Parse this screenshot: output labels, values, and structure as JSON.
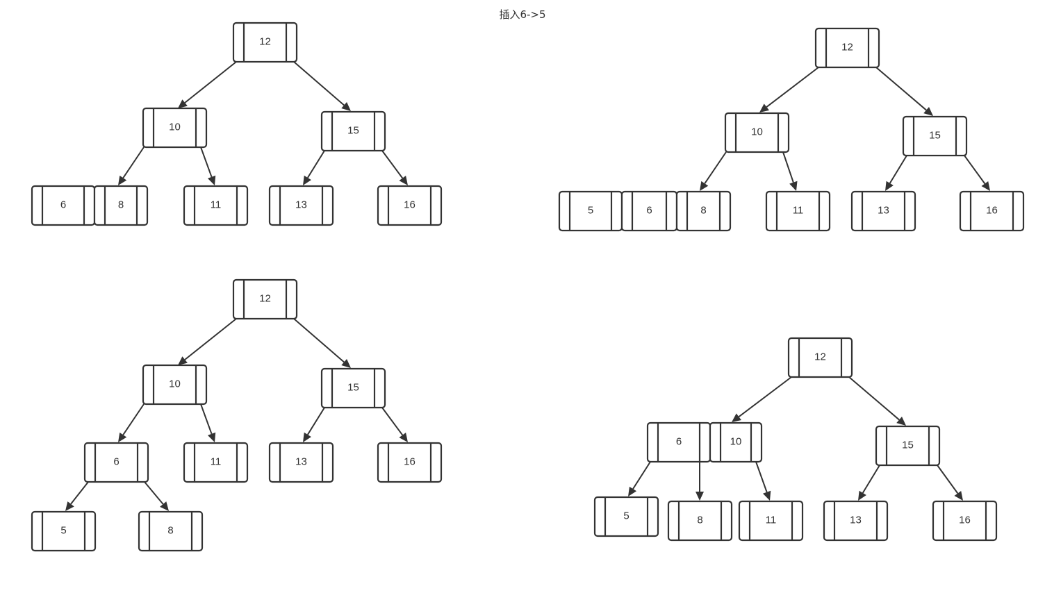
{
  "title": "插入6->5",
  "diagrams": [
    {
      "id": "tree-a",
      "nodes": [
        {
          "id": "a12",
          "keys": [
            "12"
          ]
        },
        {
          "id": "a10",
          "keys": [
            "10"
          ]
        },
        {
          "id": "a15",
          "keys": [
            "15"
          ]
        },
        {
          "id": "a68",
          "keys": [
            "6",
            "8"
          ]
        },
        {
          "id": "a11",
          "keys": [
            "11"
          ]
        },
        {
          "id": "a13",
          "keys": [
            "13"
          ]
        },
        {
          "id": "a16",
          "keys": [
            "16"
          ]
        }
      ],
      "edges": [
        [
          "a12",
          "a10"
        ],
        [
          "a12",
          "a15"
        ],
        [
          "a10",
          "a68"
        ],
        [
          "a10",
          "a11"
        ],
        [
          "a15",
          "a13"
        ],
        [
          "a15",
          "a16"
        ]
      ]
    },
    {
      "id": "tree-b",
      "nodes": [
        {
          "id": "b12",
          "keys": [
            "12"
          ]
        },
        {
          "id": "b10",
          "keys": [
            "10"
          ]
        },
        {
          "id": "b15",
          "keys": [
            "15"
          ]
        },
        {
          "id": "b568",
          "keys": [
            "5",
            "6",
            "8"
          ]
        },
        {
          "id": "b11",
          "keys": [
            "11"
          ]
        },
        {
          "id": "b13",
          "keys": [
            "13"
          ]
        },
        {
          "id": "b16",
          "keys": [
            "16"
          ]
        }
      ],
      "edges": [
        [
          "b12",
          "b10"
        ],
        [
          "b12",
          "b15"
        ],
        [
          "b10",
          "b568"
        ],
        [
          "b10",
          "b11"
        ],
        [
          "b15",
          "b13"
        ],
        [
          "b15",
          "b16"
        ]
      ]
    },
    {
      "id": "tree-c",
      "nodes": [
        {
          "id": "c12",
          "keys": [
            "12"
          ]
        },
        {
          "id": "c10",
          "keys": [
            "10"
          ]
        },
        {
          "id": "c15",
          "keys": [
            "15"
          ]
        },
        {
          "id": "c6",
          "keys": [
            "6"
          ]
        },
        {
          "id": "c11",
          "keys": [
            "11"
          ]
        },
        {
          "id": "c13",
          "keys": [
            "13"
          ]
        },
        {
          "id": "c16",
          "keys": [
            "16"
          ]
        },
        {
          "id": "c5",
          "keys": [
            "5"
          ]
        },
        {
          "id": "c8",
          "keys": [
            "8"
          ]
        }
      ],
      "edges": [
        [
          "c12",
          "c10"
        ],
        [
          "c12",
          "c15"
        ],
        [
          "c10",
          "c6"
        ],
        [
          "c10",
          "c11"
        ],
        [
          "c15",
          "c13"
        ],
        [
          "c15",
          "c16"
        ],
        [
          "c6",
          "c5"
        ],
        [
          "c6",
          "c8"
        ]
      ]
    },
    {
      "id": "tree-d",
      "nodes": [
        {
          "id": "d12",
          "keys": [
            "12"
          ]
        },
        {
          "id": "d610",
          "keys": [
            "6",
            "10"
          ]
        },
        {
          "id": "d15",
          "keys": [
            "15"
          ]
        },
        {
          "id": "d5",
          "keys": [
            "5"
          ]
        },
        {
          "id": "d8",
          "keys": [
            "8"
          ]
        },
        {
          "id": "d11",
          "keys": [
            "11"
          ]
        },
        {
          "id": "d13",
          "keys": [
            "13"
          ]
        },
        {
          "id": "d16",
          "keys": [
            "16"
          ]
        }
      ],
      "edges": [
        [
          "d12",
          "d610"
        ],
        [
          "d12",
          "d15"
        ],
        [
          "d610",
          "d5"
        ],
        [
          "d610",
          "d8"
        ],
        [
          "d610",
          "d11"
        ],
        [
          "d15",
          "d13"
        ],
        [
          "d15",
          "d16"
        ]
      ]
    }
  ]
}
